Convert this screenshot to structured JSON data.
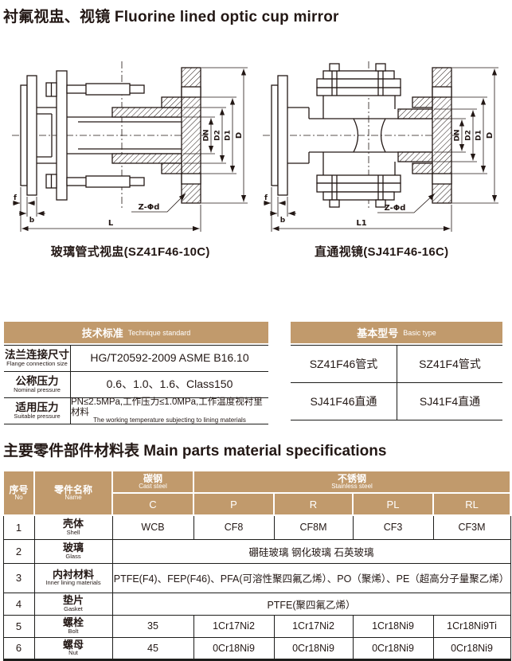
{
  "page_title": {
    "zh": "衬氟视盅、视镜",
    "en": "Fluorine lined optic cup mirror"
  },
  "drawings": {
    "left": {
      "caption": "玻璃管式视盅(SZ41F46-10C)",
      "dims": {
        "dn": "DN",
        "d2": "D2",
        "d1": "D1",
        "d": "D",
        "f": "f",
        "b": "b",
        "length": "L",
        "bolt_holes": "Z-Φd"
      }
    },
    "right": {
      "caption": "直通视镜(SJ41F46-16C)",
      "dims": {
        "dn": "DN",
        "d2": "D2",
        "d1": "D1",
        "d": "D",
        "f": "f",
        "b": "b",
        "length": "L1",
        "bolt_holes": "Z-Φd"
      }
    }
  },
  "technique_table": {
    "title_zh": "技术标准",
    "title_en": "Technique standard",
    "rows": [
      {
        "label_zh": "法兰连接尺寸",
        "label_en": "Flange connection size",
        "value": "HG/T20592-2009 ASME B16.10"
      },
      {
        "label_zh": "公称压力",
        "label_en": "Nominal pressure",
        "value": "0.6、1.0、1.6、Class150"
      },
      {
        "label_zh": "适用压力",
        "label_en": "Suitable pressure",
        "value": "PN≤2.5MPa,工作压力≤1.0MPa,工作温度视衬里材料",
        "value_sub": "The working temperature subjecting to lining materials"
      }
    ]
  },
  "basic_type_table": {
    "title_zh": "基本型号",
    "title_en": "Basic type",
    "rows": [
      {
        "left": "SZ41F46管式",
        "right": "SZ41F4管式"
      },
      {
        "left": "SJ41F46直通",
        "right": "SJ41F4直通"
      }
    ]
  },
  "section_title": {
    "zh": "主要零件部件材料表",
    "en": "Main parts material specifications"
  },
  "materials_table": {
    "header": {
      "no_zh": "序号",
      "no_en": "No",
      "name_zh": "零件名称",
      "name_en": "Name",
      "cast_zh": "碳钢",
      "cast_en": "Cast steel",
      "stainless_zh": "不锈钢",
      "stainless_en": "Stainless steel",
      "c": "C",
      "p": "P",
      "r": "R",
      "pl": "PL",
      "rl": "RL"
    },
    "rows": [
      {
        "no": "1",
        "name_zh": "壳体",
        "name_en": "Shell",
        "c": "WCB",
        "p": "CF8",
        "r": "CF8M",
        "pl": "CF3",
        "rl": "CF3M"
      },
      {
        "no": "2",
        "name_zh": "玻璃",
        "name_en": "Glass",
        "span": "硼硅玻璃 钢化玻璃 石英玻璃"
      },
      {
        "no": "3",
        "name_zh": "内衬材料",
        "name_en": "Inner lining materials",
        "span": "PTFE(F4)、FEP(F46)、PFA(可溶性聚四氟乙烯）、PO（聚烯）、PE（超高分子量聚乙烯）"
      },
      {
        "no": "4",
        "name_zh": "垫片",
        "name_en": "Gasket",
        "span": "PTFE(聚四氟乙烯）"
      },
      {
        "no": "5",
        "name_zh": "螺栓",
        "name_en": "Bolt",
        "c": "35",
        "p": "1Cr17Ni2",
        "r": "1Cr17Ni2",
        "pl": "1Cr18Ni9",
        "rl": "1Cr18Ni9Ti"
      },
      {
        "no": "6",
        "name_zh": "螺母",
        "name_en": "Nut",
        "c": "45",
        "p": "0Cr18Ni9",
        "r": "0Cr18Ni9",
        "pl": "0Cr18Ni9",
        "rl": "0Cr18Ni9"
      }
    ]
  },
  "colors": {
    "header_bg": "#C19A6C",
    "text": "#231815"
  }
}
